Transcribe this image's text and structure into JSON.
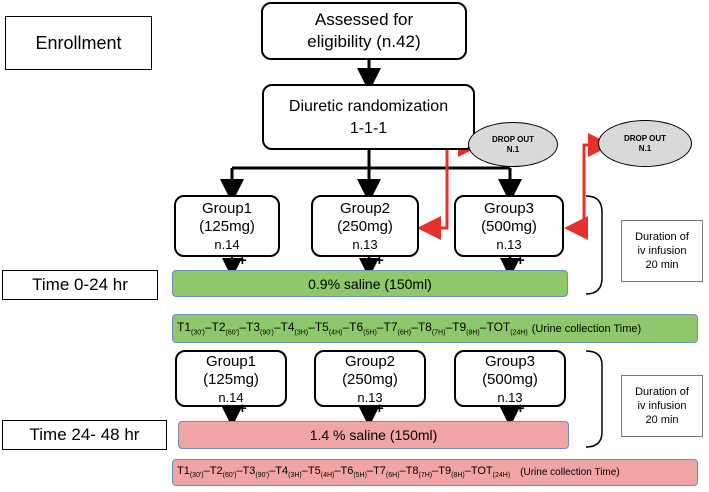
{
  "enrollment_label": "Enrollment",
  "assessed": {
    "line1": "Assessed for",
    "line2": "eligibility (n.42)"
  },
  "randomization": {
    "line1": "Diuretic randomization",
    "line2": "1-1-1"
  },
  "dropout_left": {
    "line1": "DROP OUT",
    "line2": "N.1"
  },
  "dropout_right": {
    "line1": "DROP OUT",
    "line2": "N.1"
  },
  "phase1": {
    "time_label": "Time 0-24 hr",
    "groups": [
      {
        "name": "Group1",
        "dose": "(125mg)",
        "n": "n.14"
      },
      {
        "name": "Group2",
        "dose": "(250mg)",
        "n": "n.13"
      },
      {
        "name": "Group3",
        "dose": "(500mg)",
        "n": "n.13"
      }
    ],
    "saline": "0.9% saline (150ml)",
    "duration": {
      "line1": "Duration of",
      "line2": "iv infusion",
      "line3": "20 min"
    },
    "urine_note": "(Urine collection Time)"
  },
  "phase2": {
    "time_label": "Time 24- 48 hr",
    "groups": [
      {
        "name": "Group1",
        "dose": "(125mg)",
        "n": "n.14"
      },
      {
        "name": "Group2",
        "dose": "(250mg)",
        "n": "n.13"
      },
      {
        "name": "Group3",
        "dose": "(500mg)",
        "n": "n.13"
      }
    ],
    "saline": "1.4 % saline (150ml)",
    "duration": {
      "line1": "Duration of",
      "line2": "iv infusion",
      "line3": "20 min"
    },
    "urine_note": "(Urine collection Time)"
  },
  "plus_sign": "+",
  "timepoints": [
    {
      "t": "T1",
      "sub": "(30')"
    },
    {
      "t": "T2",
      "sub": "(60')"
    },
    {
      "t": "T3",
      "sub": "(90')"
    },
    {
      "t": "T4",
      "sub": "(3H)"
    },
    {
      "t": "T5",
      "sub": "(4H)"
    },
    {
      "t": "T6",
      "sub": "(5H)"
    },
    {
      "t": "T7",
      "sub": "(6H)"
    },
    {
      "t": "T8",
      "sub": "(7H)"
    },
    {
      "t": "T9",
      "sub": "(8H)"
    },
    {
      "t": "TOT",
      "sub": "(24H)"
    }
  ],
  "colors": {
    "green": "#8fc86a",
    "red_fill": "#f0a4a4",
    "red_arrow": "#e8302a"
  }
}
